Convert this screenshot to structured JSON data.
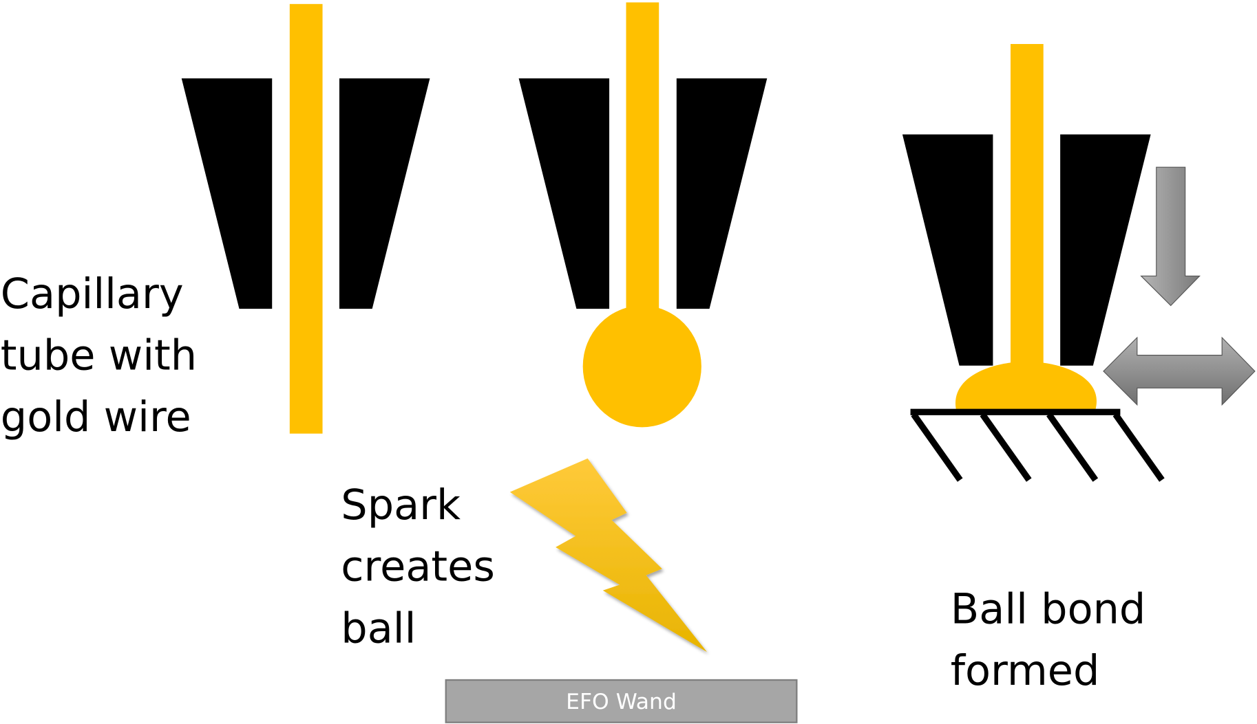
{
  "labels": {
    "step1": [
      "Capillary",
      "tube with",
      "gold wire"
    ],
    "step2": [
      "Spark",
      "creates",
      "ball"
    ],
    "step3": [
      "Ball bond",
      "formed"
    ],
    "wand": "EFO Wand"
  },
  "colors": {
    "gold": "#FFC000",
    "capillary": "#000000",
    "arrow": "#8C8C8C",
    "wand": "#A6A6A6"
  }
}
